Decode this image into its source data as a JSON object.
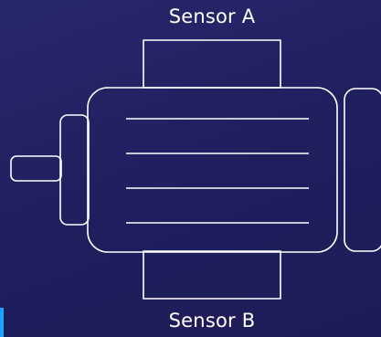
{
  "labels": {
    "top": "Sensor A",
    "bottom": "Sensor B"
  },
  "colors": {
    "background": "#222263",
    "stroke": "#ffffff",
    "accent": "#1aa3ff"
  },
  "diagram": {
    "subject": "electric-motor",
    "winding_lines": 4
  }
}
